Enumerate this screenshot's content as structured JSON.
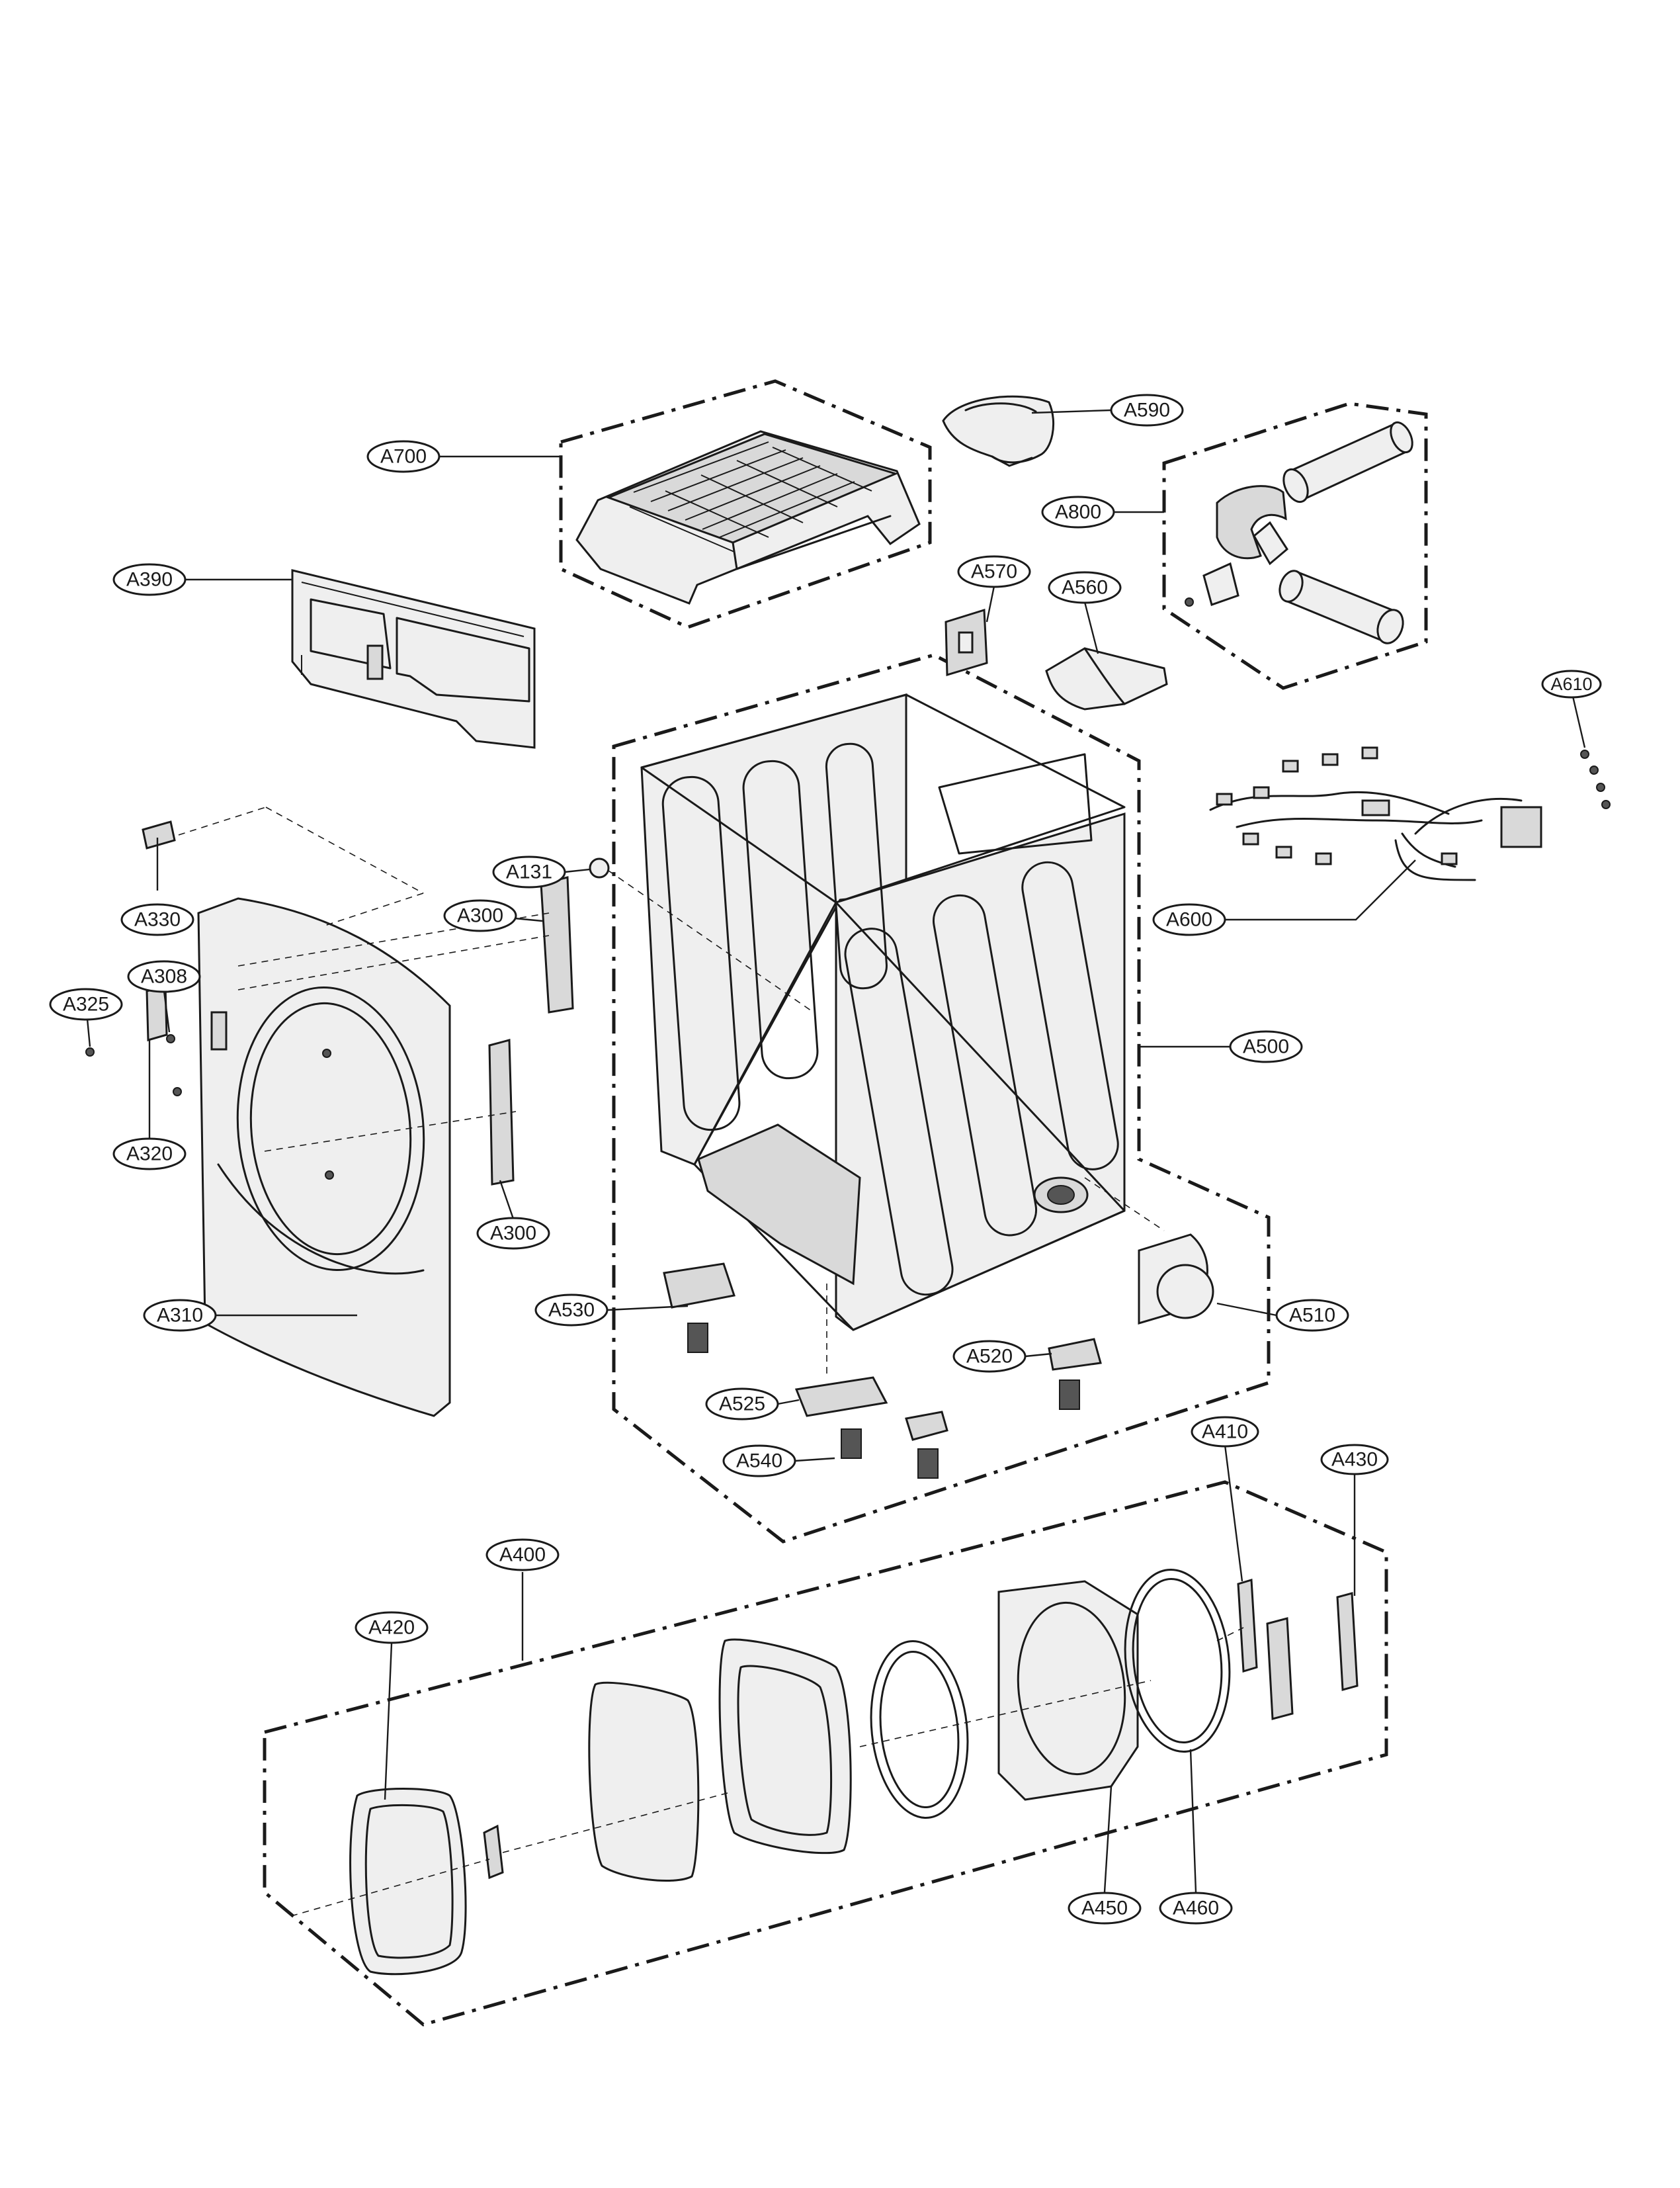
{
  "labels": {
    "A700": "A700",
    "A590": "A590",
    "A800": "A800",
    "A390": "A390",
    "A570": "A570",
    "A560": "A560",
    "A610": "A610",
    "A131": "A131",
    "A300a": "A300",
    "A330": "A330",
    "A308": "A308",
    "A325": "A325",
    "A320": "A320",
    "A600": "A600",
    "A500": "A500",
    "A300b": "A300",
    "A530": "A530",
    "A510": "A510",
    "A310": "A310",
    "A520": "A520",
    "A525": "A525",
    "A540": "A540",
    "A410": "A410",
    "A430": "A430",
    "A400": "A400",
    "A420": "A420",
    "A450": "A450",
    "A460": "A460"
  }
}
